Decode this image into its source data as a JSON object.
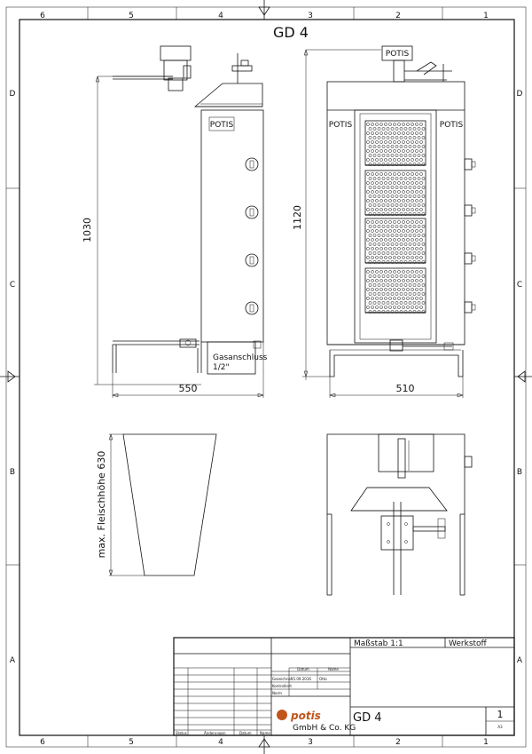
{
  "title": "GD 4",
  "brand": "POTIS",
  "border": {
    "col_labels": [
      "6",
      "5",
      "4",
      "3",
      "2",
      "1"
    ],
    "row_labels": [
      "D",
      "C",
      "B",
      "A"
    ]
  },
  "dimensions": {
    "side_height": "1030",
    "front_height": "1120",
    "side_width": "550",
    "front_width": "510",
    "meat_height": "max. Fleischhöhe 630"
  },
  "gas_label_line1": "Gasanschluss",
  "gas_label_line2": "1/2\"",
  "titleblock": {
    "scale": "Maßstab 1:1",
    "material": "Werkstoff",
    "date_header": "Datum",
    "name_header": "Name",
    "row_drawn": "Gezeichnet",
    "row_checked": "Kontrolliert",
    "row_norm": "Norm",
    "drawn_date": "15.09.2016",
    "drawn_name": "Otto",
    "company_logo": "potis",
    "company_name": "GmbH & Co. KG",
    "drawing_name": "GD 4",
    "sheet_number": "1",
    "paper_size": "A3",
    "rev_headers": [
      "Status",
      "Änderungen",
      "Datum",
      "Name"
    ]
  }
}
